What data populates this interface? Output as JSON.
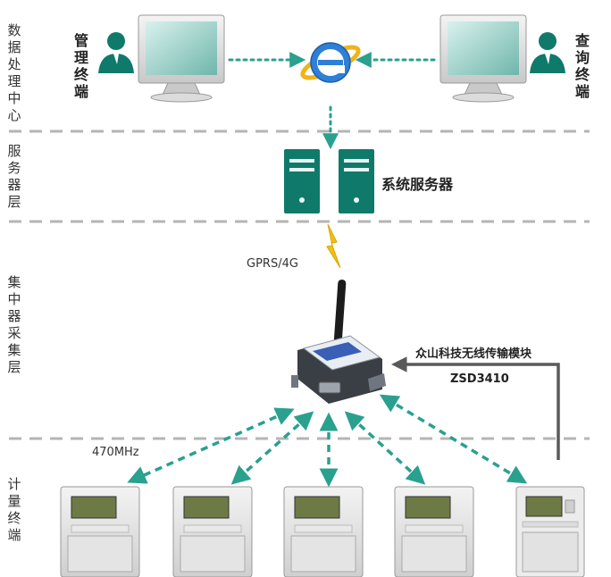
{
  "layers": {
    "data_center": "数据处理中心",
    "server": "服务器层",
    "concentrator": "集中器采集层",
    "metering": "计量终端"
  },
  "terminals": {
    "manage": "管理终端",
    "query": "查询终端"
  },
  "server_label": "系统服务器",
  "gprs_label": "GPRS/4G",
  "module_name": "众山科技无线传输模块",
  "module_model": "ZSD3410",
  "freq_label": "470MHz",
  "colors": {
    "accent": "#0f7a6a",
    "dashed_divider": "#b5b5b5",
    "arrow_teal": "#2aa08f",
    "lightning": "#f2c10f"
  },
  "icons": [
    "user-icon",
    "monitor-icon",
    "ie-browser-icon",
    "server-icon",
    "antenna-icon",
    "meter-icon",
    "lightning-icon"
  ]
}
